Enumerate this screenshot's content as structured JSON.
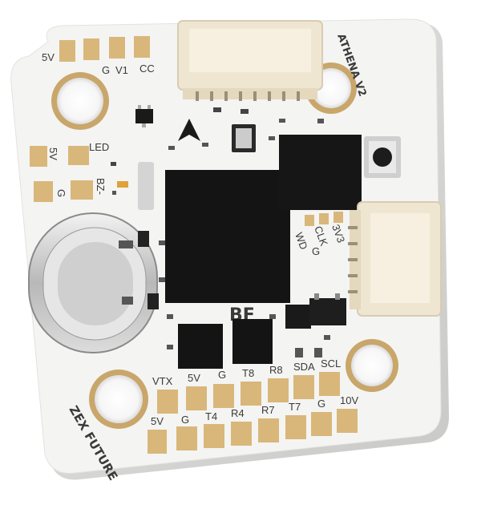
{
  "board": {
    "name": "ATHENA V2",
    "brand": "ZEX FUTURE",
    "logo_text": "BF"
  },
  "labels": {
    "top_pads": [
      "5V",
      "G",
      "V1",
      "CC"
    ],
    "left_pads": [
      "5V",
      "LED",
      "G",
      "BZ-"
    ],
    "right_connector": [
      "WD",
      "CLK",
      "3V3",
      "G"
    ],
    "bottom_row1": [
      "VTX",
      "5V",
      "G",
      "T8",
      "R8",
      "SDA",
      "SCL"
    ],
    "bottom_row2": [
      "5V",
      "G",
      "T4",
      "R4",
      "R7",
      "T7",
      "G",
      "10V"
    ]
  },
  "colors": {
    "pcb": "#f4f4f2",
    "pad": "#d9b77a",
    "hole_ring": "#c9a66a",
    "chip": "#141414",
    "connector": "#efe6d2",
    "silkscreen": "#3a3a3a"
  },
  "icons": [
    "arrow-icon",
    "bf-logo-icon",
    "usb-c-port-icon"
  ]
}
